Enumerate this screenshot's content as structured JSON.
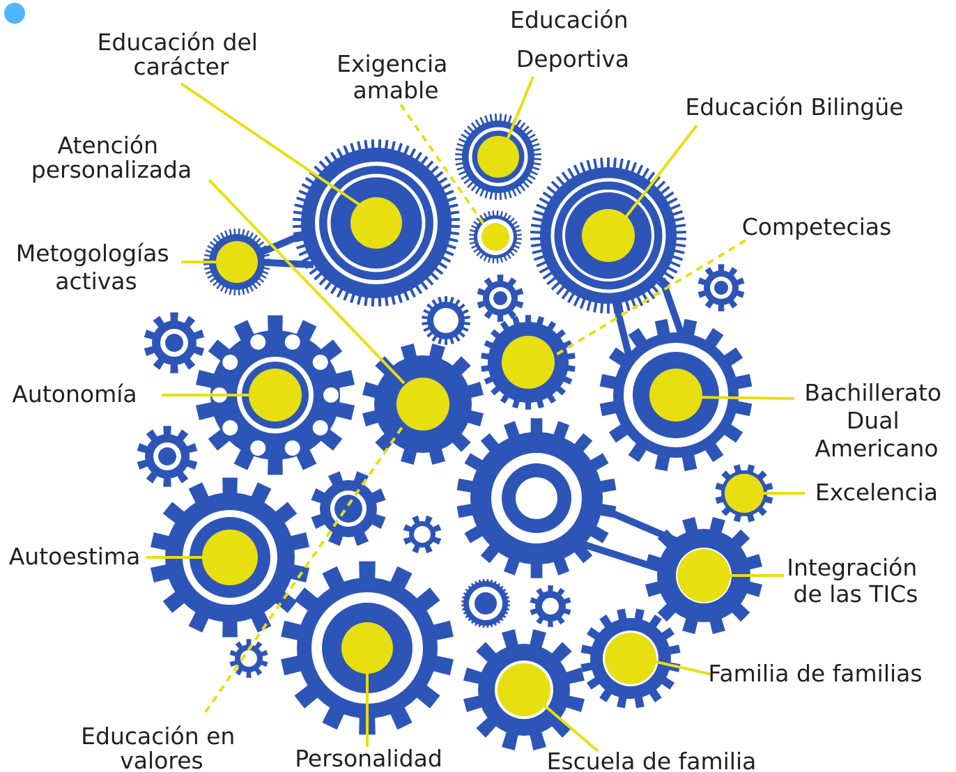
{
  "colors": {
    "gear": "#2d55b7",
    "hub": "#e8df10",
    "line": "#e8df10",
    "text": "#231f20",
    "marker": "#4db8ff"
  },
  "labels": {
    "educacion_caracter": [
      "Educación del",
      "carácter"
    ],
    "exigencia_amable": [
      "Exigencia",
      "amable"
    ],
    "educacion_deportiva": [
      "Educación",
      "Deportiva"
    ],
    "educacion_bilingue": [
      "Educación Bilingüe"
    ],
    "atencion_personalizada": [
      "Atención",
      "personalizada"
    ],
    "metodologias_activas": [
      "Metogologías",
      "activas"
    ],
    "competencias": [
      "Competecias"
    ],
    "autonomia": [
      "Autonomía"
    ],
    "bachillerato_dual": [
      "Bachillerato",
      "Dual",
      "Americano"
    ],
    "excelencia": [
      "Excelencia"
    ],
    "autoestima": [
      "Autoestima"
    ],
    "integracion_tics": [
      "Integración",
      "de las TICs"
    ],
    "familia_de_familias": [
      "Familia de familias"
    ],
    "educacion_valores": [
      "Educación en",
      "valores"
    ],
    "personalidad": [
      "Personalidad"
    ],
    "escuela_de_familia": [
      "Escuela de familia"
    ]
  }
}
